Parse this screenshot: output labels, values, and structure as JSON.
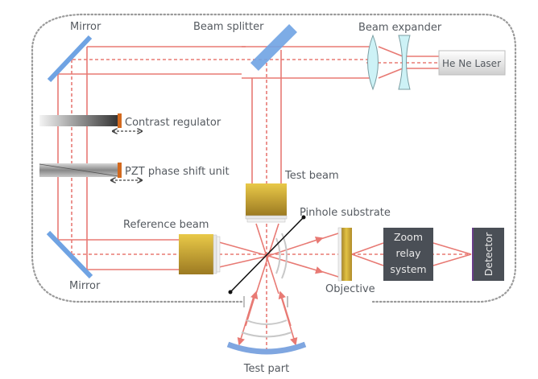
{
  "title": "Point diffraction interferometer setup",
  "labels": {
    "mirror_top": "Mirror",
    "beam_splitter": "Beam splitter",
    "beam_expander": "Beam expander",
    "laser": "He Ne Laser",
    "contrast_regulator": "Contrast regulator",
    "pzt": "PZT phase shift unit",
    "test_beam": "Test beam",
    "pinhole_substrate": "Pinhole substrate",
    "reference_beam": "Reference beam",
    "mirror_bottom": "Mirror",
    "objective": "Objective",
    "zoom_line1": "Zoom",
    "zoom_line2": "relay",
    "zoom_line3": "system",
    "detector": "Detector",
    "test_part": "Test part"
  },
  "colors": {
    "beam": "#e87a74",
    "mirror": "#6fa3e3",
    "lens": "#c8f0f5",
    "objective_gold": "#c9a534",
    "box_dark": "#4a4f56",
    "border": "#999999"
  }
}
